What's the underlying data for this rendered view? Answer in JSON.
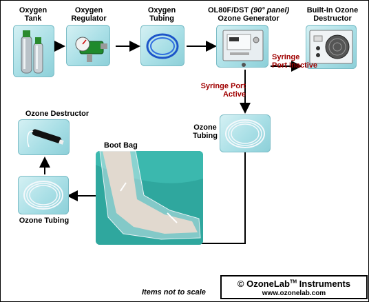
{
  "labels": {
    "oxygen_tank": [
      "Oxygen",
      "Tank"
    ],
    "oxygen_regulator": [
      "Oxygen",
      "Regulator"
    ],
    "oxygen_tubing": [
      "Oxygen",
      "Tubing"
    ],
    "generator_line1_pre": "OL80F/DST ",
    "generator_line1_italic": "(90° panel)",
    "generator_line2": "Ozone Generator",
    "destructor_builtin": [
      "Built-In Ozone",
      "Destructor"
    ],
    "syringe_inactive": [
      "Syringe",
      "Port Inactive"
    ],
    "syringe_active": [
      "Syringe Port",
      "Active"
    ],
    "ozone_tubing_right": [
      "Ozone",
      "Tubing"
    ],
    "ozone_destructor": "Ozone Destructor",
    "boot_bag": "Boot Bag",
    "ozone_tubing_left": "Ozone Tubing"
  },
  "footer": {
    "note": "Items not to scale",
    "credit_prefix": "© OzoneLab",
    "credit_tm": "TM",
    "credit_suffix": " Instruments",
    "url": "www.ozonelab.com"
  },
  "colors": {
    "tile_light": "#d6f1f4",
    "tile_dark": "#8ccfd8",
    "accent_red": "#a00000",
    "tubing": "#f4f8fb",
    "regulator_green": "#1f8a2c"
  }
}
